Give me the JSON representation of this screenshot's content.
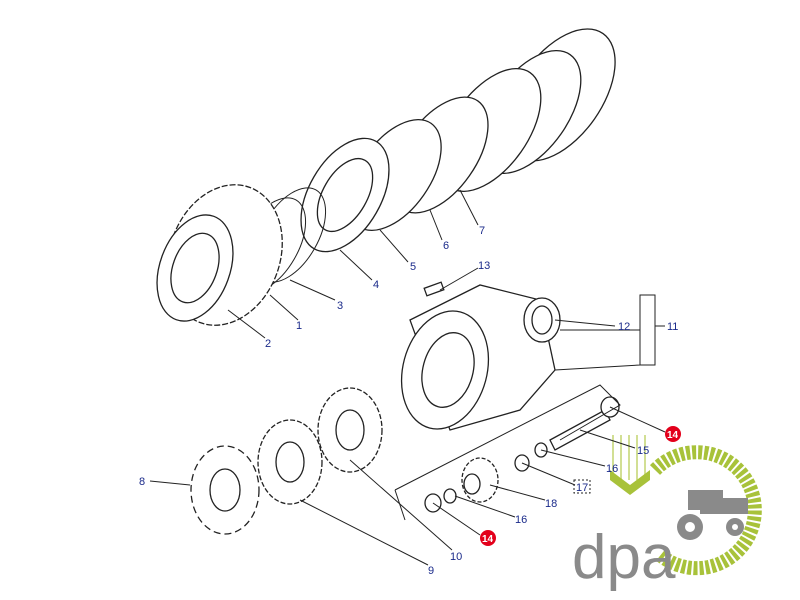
{
  "diagram": {
    "labels": {
      "l1": "1",
      "l2": "2",
      "l3": "3",
      "l4": "4",
      "l5": "5",
      "l6": "6",
      "l7": "7",
      "l8": "8",
      "l9": "9",
      "l10": "10",
      "l11": "11",
      "l12": "12",
      "l13": "13",
      "l14a": "14",
      "l14b": "14",
      "l15": "15",
      "l16a": "16",
      "l16b": "16",
      "l17": "17",
      "l18": "18"
    }
  },
  "logo": {
    "text": "dpa",
    "green": "#a8c23a",
    "gray": "#8a8a8a"
  },
  "colors": {
    "label": "#1a2a8a",
    "badge": "#e3001b"
  }
}
